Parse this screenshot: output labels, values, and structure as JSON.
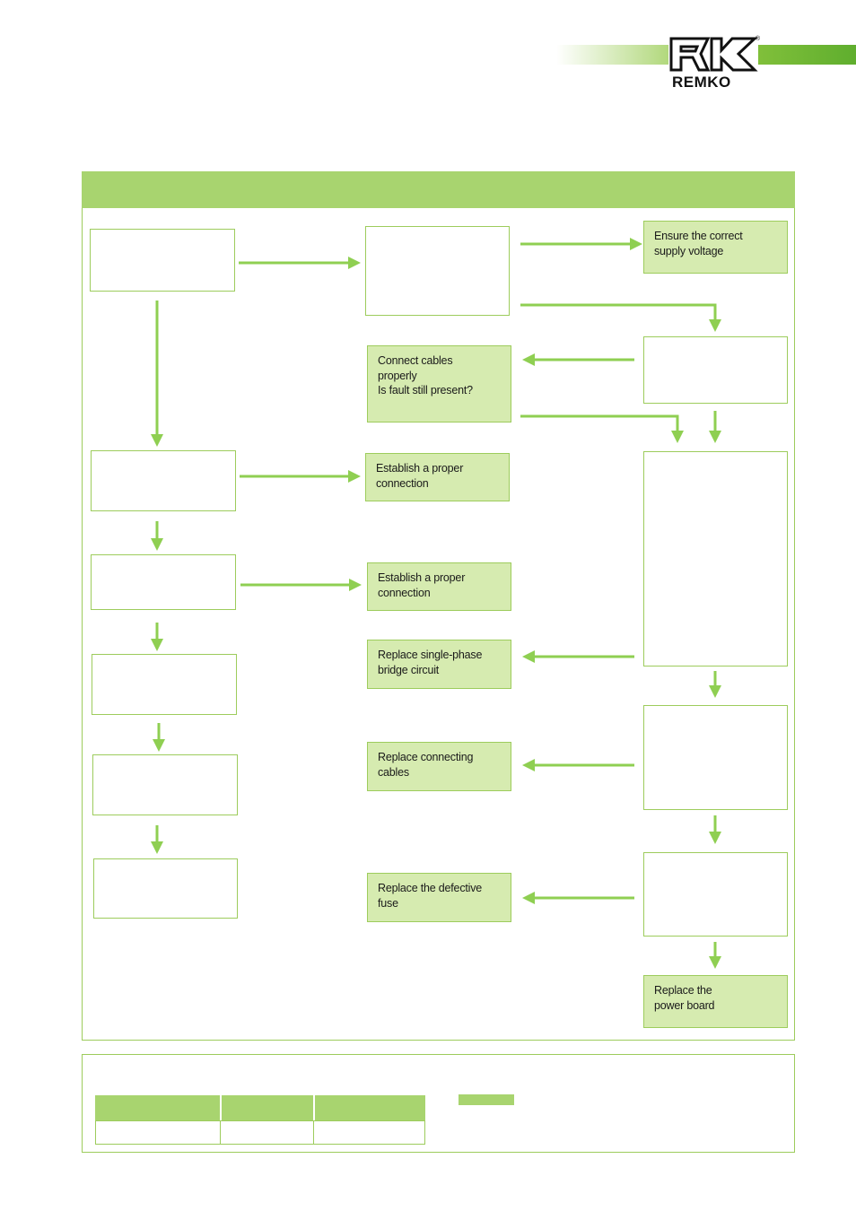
{
  "logo": {
    "wordmark": "REMKO",
    "registered": "®"
  },
  "flow": {
    "ensure_voltage": "Ensure the correct\nsupply voltage",
    "connect_cables": "Connect cables\nproperly\nIs fault still present?",
    "establish_connection_1": "Establish a proper\nconnection",
    "establish_connection_2": "Establish a proper\nconnection",
    "replace_bridge": "Replace single-phase\nbridge circuit",
    "replace_cables": "Replace connecting\ncables",
    "replace_fuse": "Replace the defective\nfuse",
    "replace_power_board": "Replace the\npower board"
  },
  "colors": {
    "accent": "#a8d46f",
    "accent_light": "#d6ebb0",
    "border": "#9dcc5c",
    "arrow": "#8fcf52"
  }
}
